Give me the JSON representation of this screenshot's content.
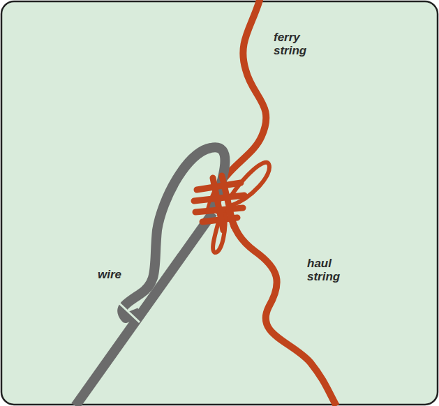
{
  "diagram": {
    "labels": [
      "ferry string",
      "haul string",
      "wire"
    ]
  }
}
